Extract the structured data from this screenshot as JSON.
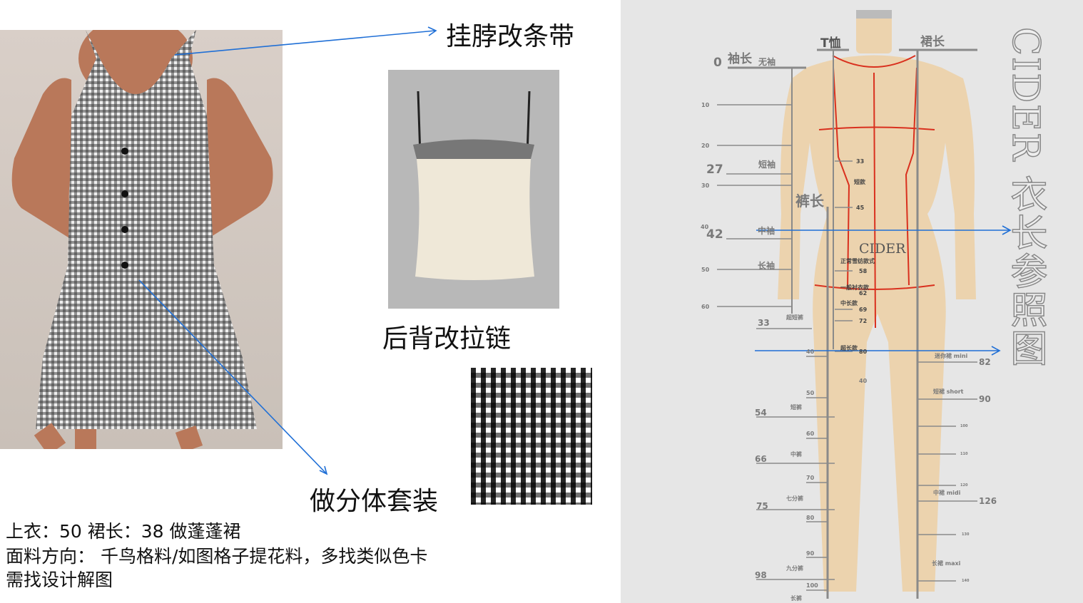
{
  "callouts": {
    "halter_strap": "挂脖改条带",
    "back_zipper": "后背改拉链",
    "two_piece": "做分体套装"
  },
  "notes": [
    "上衣：50   裙长：38  做蓬蓬裙",
    "面料方向：  千鸟格料/如图格子提花料，多找类似色卡",
    "需找设计解图"
  ],
  "chart": {
    "title": "CIDER 衣长参照图",
    "brand": "CIDER",
    "sleeve": {
      "header": "袖长",
      "header_sub": "无袖",
      "marks": [
        {
          "n": "0",
          "label": ""
        },
        {
          "n": "10",
          "label": ""
        },
        {
          "n": "20",
          "label": ""
        },
        {
          "n": "27",
          "label": "短袖"
        },
        {
          "n": "30",
          "label": ""
        },
        {
          "n": "40",
          "label": ""
        },
        {
          "n": "42",
          "label": "中袖"
        },
        {
          "n": "50",
          "label": "长袖"
        },
        {
          "n": "60",
          "label": ""
        }
      ]
    },
    "tshirt": {
      "header": "T恤",
      "marks": [
        {
          "n": "33",
          "label": "短款"
        },
        {
          "n": "45",
          "label": ""
        },
        {
          "n": "58",
          "label": "正常雪纺款式"
        },
        {
          "n": "62",
          "label": "一般衬衣款"
        },
        {
          "n": "69",
          "label": "中长款"
        },
        {
          "n": "72",
          "label": ""
        },
        {
          "n": "80",
          "label": "超长款"
        },
        {
          "n": "40",
          "label": ""
        }
      ]
    },
    "pants": {
      "header": "裤长",
      "marks": [
        {
          "n": "33",
          "label": "超短裤"
        },
        {
          "n": "40",
          "label": ""
        },
        {
          "n": "50",
          "label": ""
        },
        {
          "n": "54",
          "label": "短裤"
        },
        {
          "n": "60",
          "label": ""
        },
        {
          "n": "66",
          "label": "中裤"
        },
        {
          "n": "70",
          "label": ""
        },
        {
          "n": "75",
          "label": "七分裤"
        },
        {
          "n": "80",
          "label": ""
        },
        {
          "n": "90",
          "label": ""
        },
        {
          "n": "98",
          "label": "九分裤"
        },
        {
          "n": "100",
          "label": ""
        },
        {
          "n": "",
          "label": "长裤"
        }
      ]
    },
    "skirt": {
      "header": "裙长",
      "marks": [
        {
          "n": "82",
          "label": "迷你裙 mini"
        },
        {
          "n": "90",
          "label": "短裙 short"
        },
        {
          "n": "100",
          "label": ""
        },
        {
          "n": "110",
          "label": ""
        },
        {
          "n": "120",
          "label": ""
        },
        {
          "n": "126",
          "label": "中裙 midi"
        },
        {
          "n": "130",
          "label": ""
        },
        {
          "n": "140",
          "label": "长裙 maxi"
        }
      ]
    }
  },
  "colors": {
    "arrow": "#1f6fd6",
    "tape": "#d9301e",
    "mannequin": "#ecd3ae",
    "panel": "#e6e6e6"
  }
}
